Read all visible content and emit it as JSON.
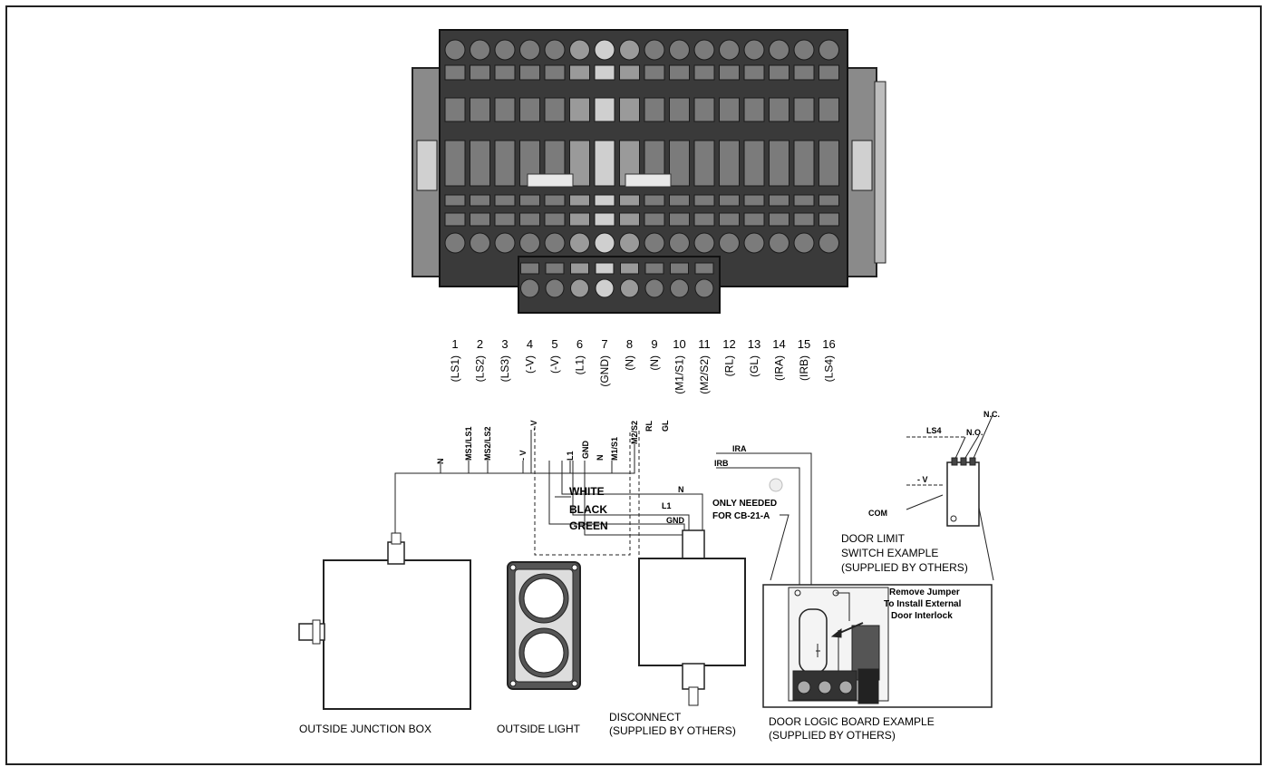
{
  "terminals": [
    {
      "num": "1",
      "name": "(LS1)"
    },
    {
      "num": "2",
      "name": "(LS2)"
    },
    {
      "num": "3",
      "name": "(LS3)"
    },
    {
      "num": "4",
      "name": "(-V)"
    },
    {
      "num": "5",
      "name": "(-V)"
    },
    {
      "num": "6",
      "name": "(L1)"
    },
    {
      "num": "7",
      "name": "(GND)"
    },
    {
      "num": "8",
      "name": "(N)"
    },
    {
      "num": "9",
      "name": "(N)"
    },
    {
      "num": "10",
      "name": "(M1/S1)"
    },
    {
      "num": "11",
      "name": "(M2/S2)"
    },
    {
      "num": "12",
      "name": "(RL)"
    },
    {
      "num": "13",
      "name": "(GL)"
    },
    {
      "num": "14",
      "name": "(IRA)"
    },
    {
      "num": "15",
      "name": "(IRB)"
    },
    {
      "num": "16",
      "name": "(LS4)"
    }
  ],
  "bus_labels": [
    "N",
    "MS1/LS1",
    "MS2/LS2",
    "- V",
    "- V",
    "L1",
    "GND",
    "N",
    "M1/S1",
    "M2/S2",
    "RL",
    "GL"
  ],
  "wires": {
    "white": "WHITE",
    "black": "BLACK",
    "green": "GREEN",
    "n": "N",
    "l1": "L1",
    "gnd": "GND",
    "ira": "IRA",
    "irb": "IRB"
  },
  "notes": {
    "only_needed_1": "ONLY NEEDED",
    "only_needed_2": "FOR CB-21-A",
    "remove_jumper_1": "Remove Jumper",
    "remove_jumper_2": "To Install External",
    "remove_jumper_3": "Door Interlock"
  },
  "switch": {
    "ls4": "LS4",
    "nc": "N.C.",
    "no": "N.O.",
    "v": "- V",
    "com": "COM",
    "title_1": "DOOR LIMIT",
    "title_2": "SWITCH EXAMPLE",
    "title_3": "(SUPPLIED BY OTHERS)"
  },
  "captions": {
    "junction_box": "OUTSIDE JUNCTION BOX",
    "outside_light": "OUTSIDE LIGHT",
    "disconnect_1": "DISCONNECT",
    "disconnect_2": "(SUPPLIED BY OTHERS)",
    "logic_board_1": "DOOR LOGIC BOARD EXAMPLE",
    "logic_board_2": "(SUPPLIED BY OTHERS)"
  }
}
